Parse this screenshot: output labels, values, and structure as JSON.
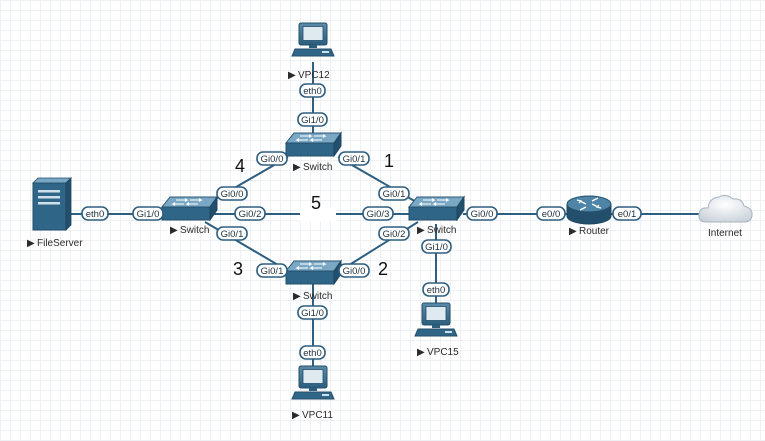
{
  "nodes": {
    "vpc12": {
      "label": "VPC12",
      "prefix": "▶"
    },
    "sw_top": {
      "label": "Switch",
      "prefix": "▶"
    },
    "sw_left": {
      "label": "Switch",
      "prefix": "▶"
    },
    "sw_right": {
      "label": "Switch",
      "prefix": "▶"
    },
    "sw_bottom": {
      "label": "Switch",
      "prefix": "▶"
    },
    "fileserver": {
      "label": "FileServer",
      "prefix": "▶"
    },
    "router": {
      "label": "Router",
      "prefix": "▶"
    },
    "internet": {
      "label": "Internet"
    },
    "vpc15": {
      "label": "VPC15",
      "prefix": "▶"
    },
    "vpc11": {
      "label": "VPC11",
      "prefix": "▶"
    }
  },
  "ports": {
    "vpc12_eth0": "eth0",
    "top_gi10": "Gi1/0",
    "top_gi00": "Gi0/0",
    "top_gi01": "Gi0/1",
    "fs_eth0": "eth0",
    "left_gi10": "Gi1/0",
    "left_gi00": "Gi0/0",
    "left_gi02": "Gi0/2",
    "left_gi01": "Gi0/1",
    "right_gi01": "Gi0/1",
    "right_gi03": "Gi0/3",
    "right_gi02": "Gi0/2",
    "right_gi00": "Gi0/0",
    "right_gi10": "Gi1/0",
    "router_e00": "e0/0",
    "router_e01": "e0/1",
    "vpc15_eth0": "eth0",
    "bottom_gi01": "Gi0/1",
    "bottom_gi00": "Gi0/0",
    "bottom_gi10": "Gi1/0",
    "vpc11_eth0": "eth0"
  },
  "link_numbers": {
    "n1": "1",
    "n2": "2",
    "n3": "3",
    "n4": "4",
    "n5": "5"
  },
  "colors": {
    "link": "#2e5f80",
    "device": "#2f6687",
    "port_border": "#2e5f80"
  },
  "icons": {
    "pc": "desktop-pc-icon",
    "switch": "switch-icon",
    "router": "router-icon",
    "server": "server-icon",
    "cloud": "cloud-icon"
  }
}
